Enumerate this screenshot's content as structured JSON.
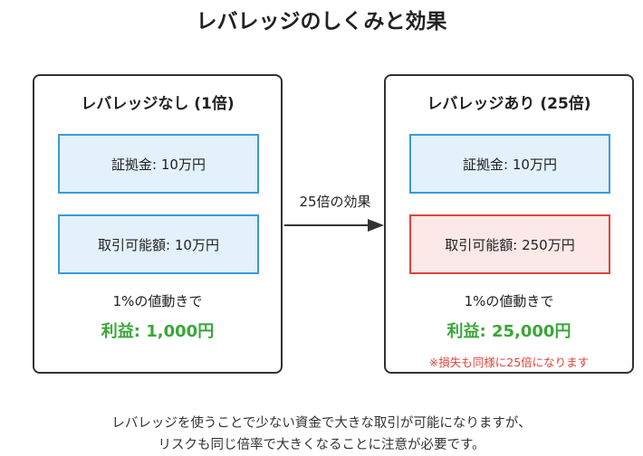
{
  "title": "レバレッジのしくみと効果",
  "left_panel": {
    "heading": "レバレッジなし (1倍)",
    "margin": "証拠金: 10万円",
    "tradable": "取引可能額: 10万円",
    "move": "1%の値動きで",
    "profit": "利益: 1,000円"
  },
  "arrow": {
    "label": "25倍の効果"
  },
  "right_panel": {
    "heading": "レバレッジあり (25倍)",
    "margin": "証拠金: 10万円",
    "tradable": "取引可能額: 250万円",
    "move": "1%の値動きで",
    "profit": "利益: 25,000円",
    "note": "※損失も同様に25倍になります"
  },
  "footer": {
    "line1": "レバレッジを使うことで少ない資金で大きな取引が可能になりますが、",
    "line2": "リスクも同じ倍率で大きくなることに注意が必要です。"
  },
  "colors": {
    "blue_fill": "#e3f1fb",
    "blue_border": "#3a9ad9",
    "red_fill": "#fde8e8",
    "red_border": "#e0443a",
    "profit_green": "#3aa63a"
  }
}
